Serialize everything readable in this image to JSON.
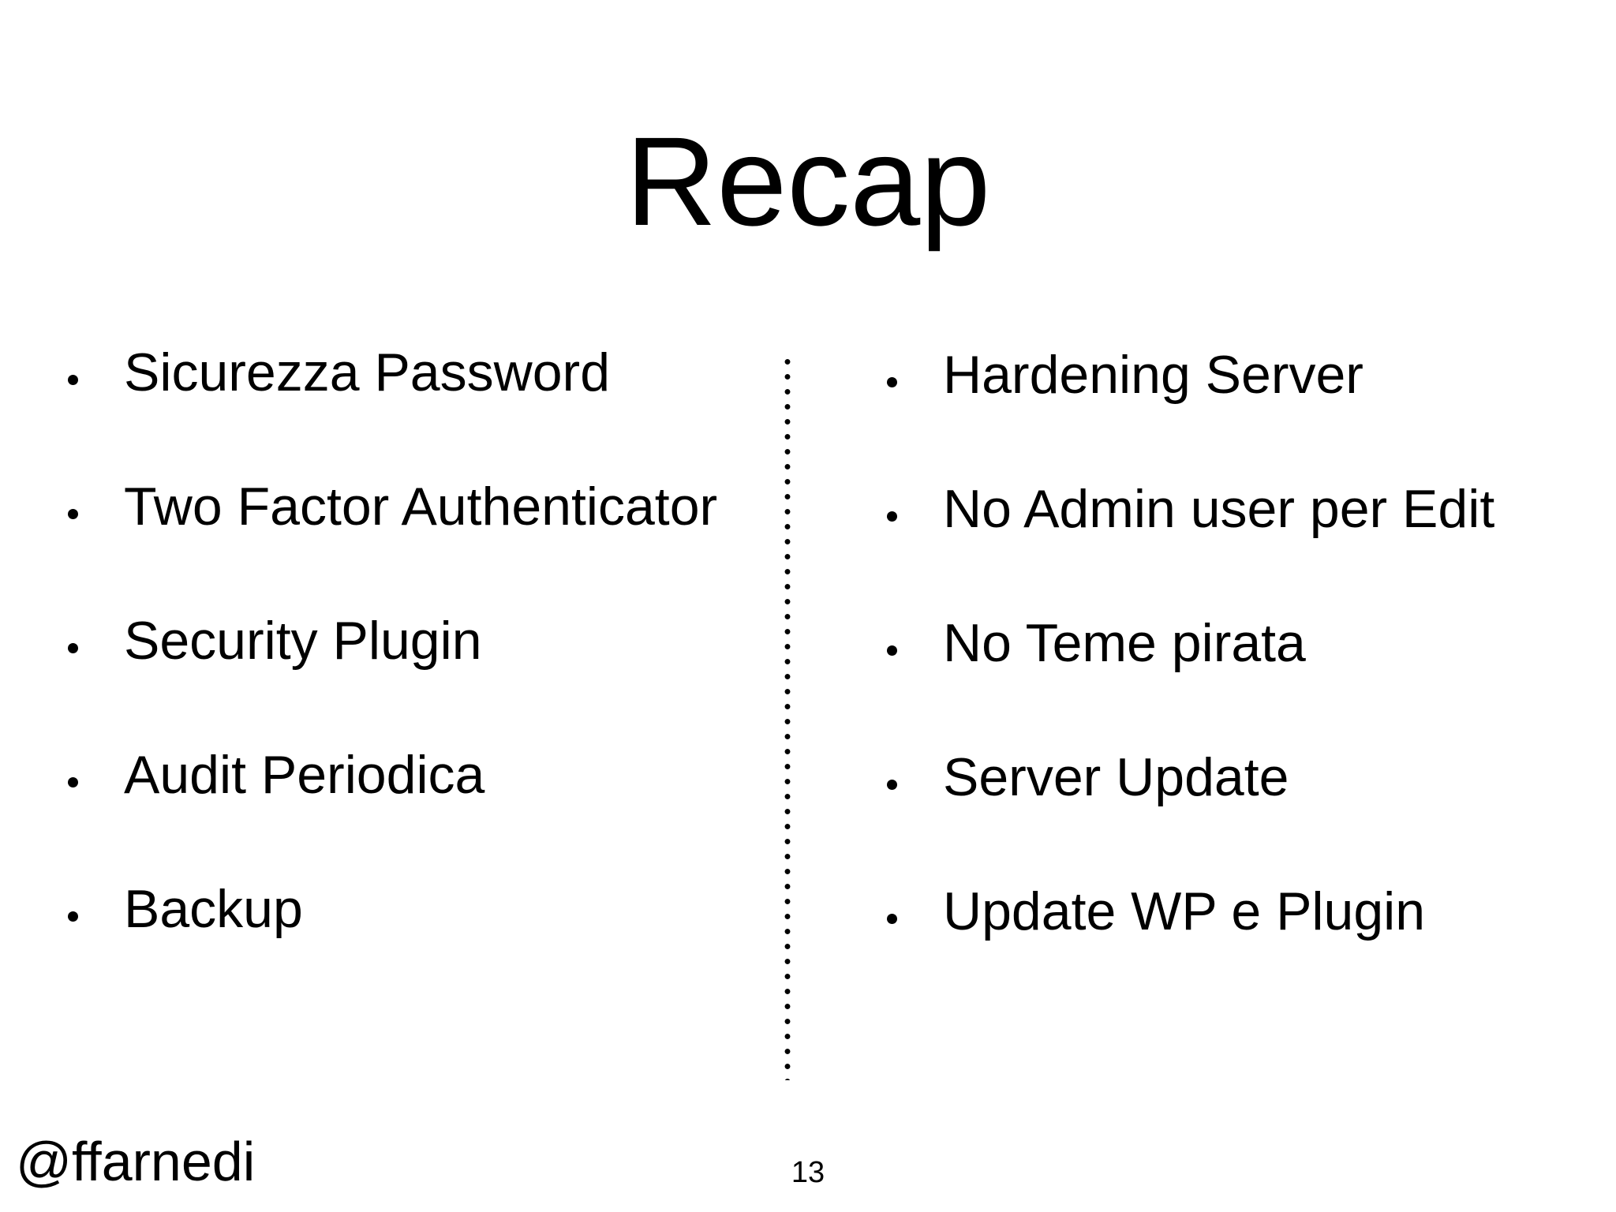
{
  "slide": {
    "title": "Recap",
    "left_bullets": [
      "Sicurezza Password",
      "Two Factor Authenticator",
      "Security Plugin",
      "Audit Periodica",
      "Backup"
    ],
    "right_bullets": [
      "Hardening Server",
      "No Admin user per Edit",
      "No Teme pirata",
      "Server Update",
      "Update WP e Plugin"
    ],
    "footer": {
      "handle": "@ffarnedi",
      "page_number": "13"
    },
    "colors": {
      "background": "#ffffff",
      "text": "#000000"
    }
  }
}
